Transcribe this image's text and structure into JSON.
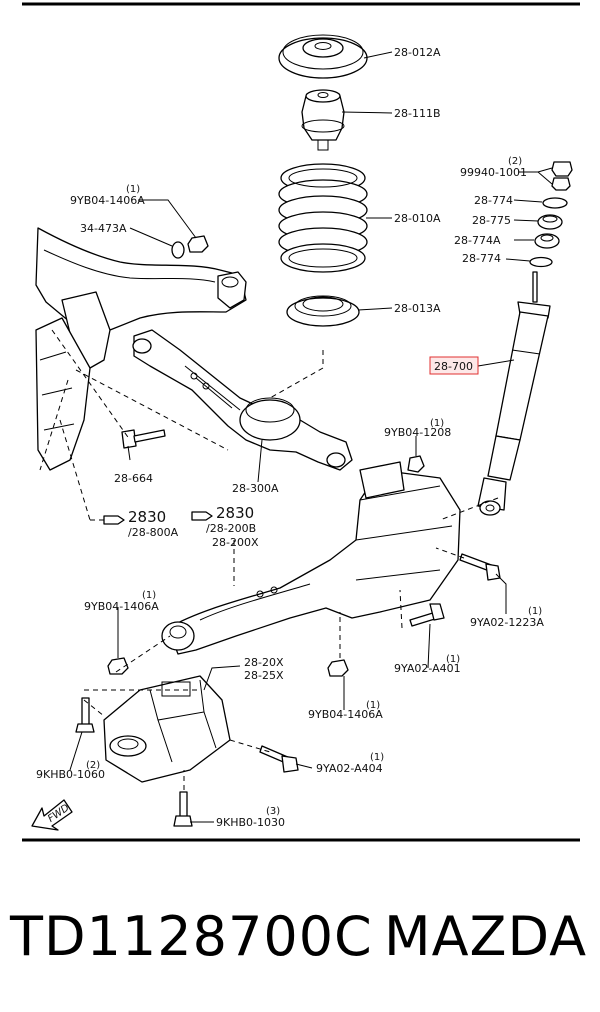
{
  "part_labels": {
    "p1": "28-012A",
    "p2": "28-111B",
    "p3": "99940-1001",
    "p4": "28-774",
    "p5": "9YB04-1406A",
    "p6": "34-473A",
    "p7": "28-010A",
    "p8": "28-775",
    "p9": "28-774A",
    "p10": "28-774",
    "p11": "28-013A",
    "p12": "28-700",
    "p13": "9YB04-1208",
    "p14": "28-664",
    "p15": "28-300A",
    "p16": "9YB04-1406A",
    "p17": "9YA02-1223A",
    "p18": "9YA02-A401",
    "p19": "28-20X",
    "p20": "28-25X",
    "p21": "9YB04-1406A",
    "p22": "9KHB0-1060",
    "p23": "9YA02-A404",
    "p24": "9KHB0-1030"
  },
  "quantities": {
    "q_99940": "(2)",
    "q_9yb04_top": "(1)",
    "q_9yb04_1208": "(1)",
    "q_9yb04_mid": "(1)",
    "q_9ya02_1223": "(1)",
    "q_9ya02_a401": "(1)",
    "q_9yb04_low": "(1)",
    "q_9khb0_1060": "(2)",
    "q_9ya02_a404": "(1)",
    "q_9khb0_1030": "(3)"
  },
  "refs": {
    "ref1_num": "2830",
    "ref1_sub": "/28-800A",
    "ref2_num": "2830",
    "ref2_sub1": "/28-200B",
    "ref2_sub2": "28-200X"
  },
  "fwd_label": "FWD",
  "highlight_color": "#e03030",
  "caption": {
    "part_number": "TD1128700C",
    "brand": "MAZDA"
  }
}
